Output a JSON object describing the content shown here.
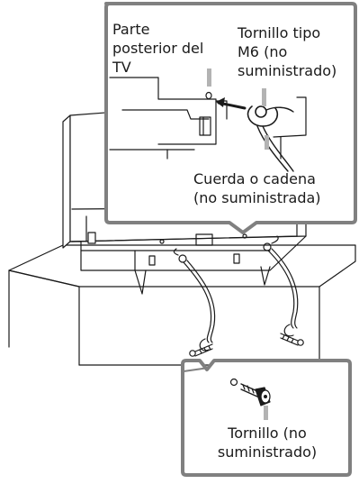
{
  "callout_top": {
    "back_label": [
      "Parte",
      "posterior del",
      "TV"
    ],
    "screw_label": [
      "Tornillo tipo",
      "M6 (no",
      "suministrado)"
    ],
    "cord_label": [
      "Cuerda o cadena",
      "(no suministrada)"
    ]
  },
  "callout_bottom": {
    "screw_label": [
      "Tornillo (no",
      "suministrado)"
    ]
  },
  "colors": {
    "line": "#1a1a1a",
    "callout_border": "#808080",
    "highlight_fill": "#b3b3b3"
  }
}
